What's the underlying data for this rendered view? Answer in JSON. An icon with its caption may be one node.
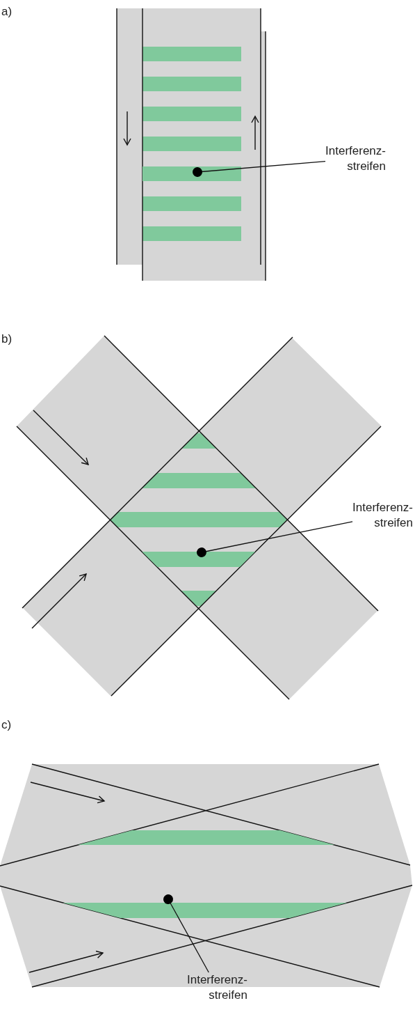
{
  "diagram": {
    "nodes": [
      {
        "text": [
          "Interferenz- streifen"
        ]
      },
      {
        "text": [],
        "shape": "bar"
      },
      {
        "text": [
          "Interferenz- streifen"
        ]
      },
      {
        "text": [],
        "shape": "bar"
      },
      {
        "text": [
          "Interferenz- streifen"
        ]
      },
      {
        "text": [],
        "shape": "bar"
      }
    ],
    "edges": [
      {
        "from": 0,
        "to": 1,
        "arrow": "other"
      },
      {
        "from": 2,
        "to": 3,
        "arrow": "other"
      },
      {
        "from": 4,
        "to": 5,
        "arrow": "other"
      }
    ],
    "labels": [
      "a)",
      "b)",
      "c)"
    ]
  }
}
